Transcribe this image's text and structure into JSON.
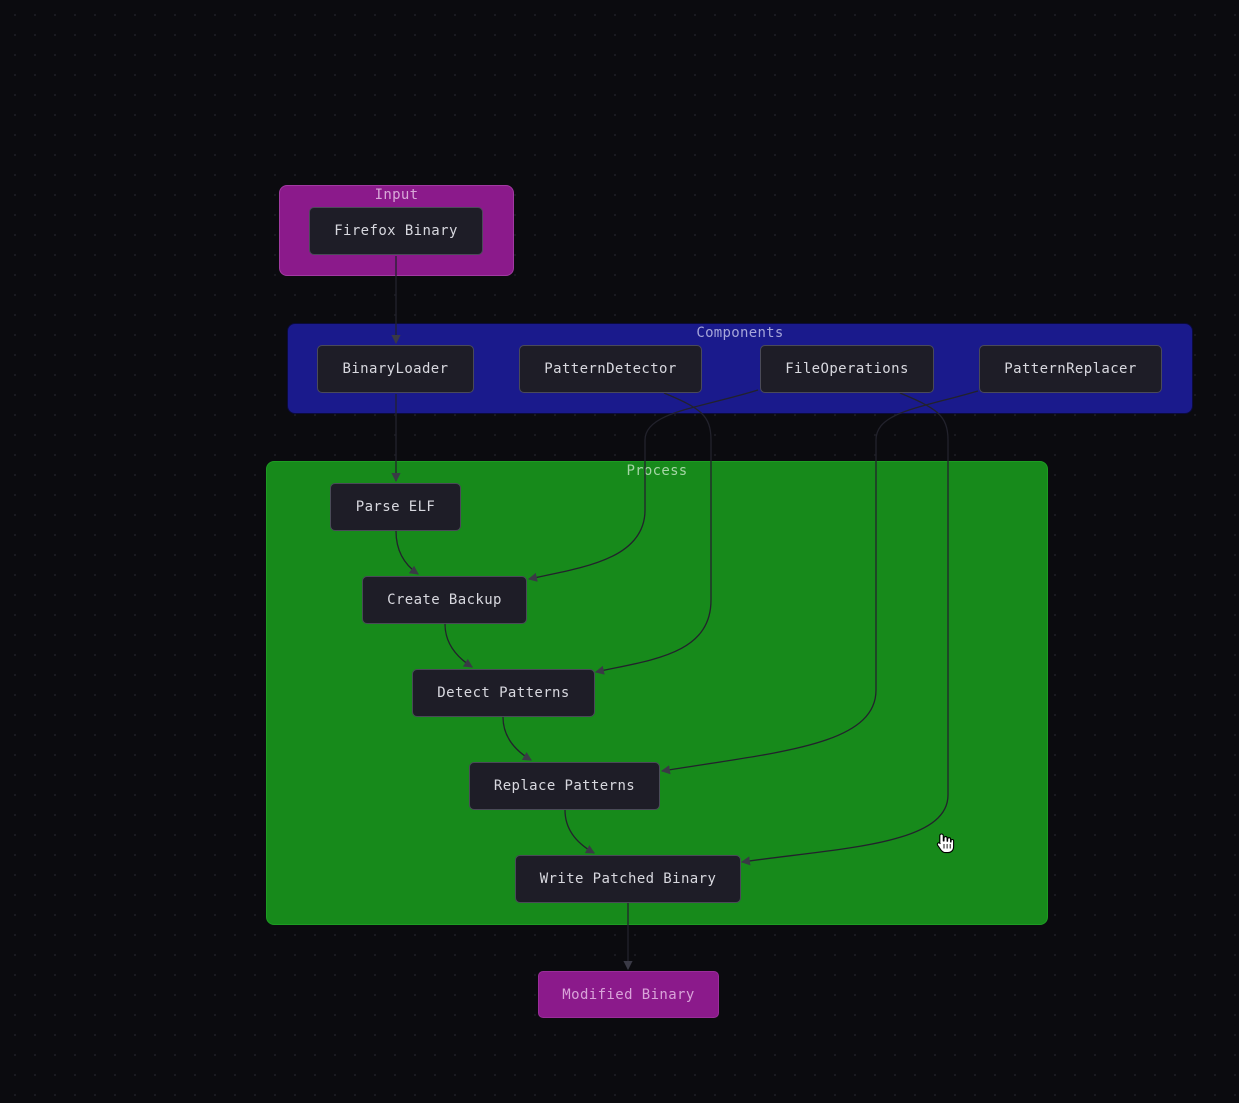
{
  "clusters": {
    "input": {
      "title": "Input"
    },
    "components": {
      "title": "Components"
    },
    "process": {
      "title": "Process"
    }
  },
  "nodes": {
    "firefox_binary": "Firefox Binary",
    "binary_loader": "BinaryLoader",
    "pattern_detector": "PatternDetector",
    "file_operations": "FileOperations",
    "pattern_replacer": "PatternReplacer",
    "parse_elf": "Parse ELF",
    "create_backup": "Create Backup",
    "detect_patterns": "Detect Patterns",
    "replace_patterns": "Replace Patterns",
    "write_patched_binary": "Write Patched Binary",
    "modified_binary": "Modified Binary"
  },
  "edges": [
    {
      "from": "Firefox Binary",
      "to": "BinaryLoader"
    },
    {
      "from": "BinaryLoader",
      "to": "Parse ELF"
    },
    {
      "from": "Parse ELF",
      "to": "Create Backup"
    },
    {
      "from": "Create Backup",
      "to": "Detect Patterns"
    },
    {
      "from": "Detect Patterns",
      "to": "Replace Patterns"
    },
    {
      "from": "Replace Patterns",
      "to": "Write Patched Binary"
    },
    {
      "from": "Write Patched Binary",
      "to": "Modified Binary"
    },
    {
      "from": "FileOperations",
      "to": "Create Backup"
    },
    {
      "from": "PatternDetector",
      "to": "Detect Patterns"
    },
    {
      "from": "PatternReplacer",
      "to": "Replace Patterns"
    },
    {
      "from": "FileOperations",
      "to": "Write Patched Binary"
    }
  ],
  "colors": {
    "background": "#0b0b0f",
    "input_cluster": "#8b1a8b",
    "components_cluster": "#1a1a8c",
    "process_cluster": "#178a1b",
    "node_fill": "#1e1d27",
    "edge": "#2a2a34"
  },
  "cursor": {
    "icon": "hand-pointer-icon"
  }
}
